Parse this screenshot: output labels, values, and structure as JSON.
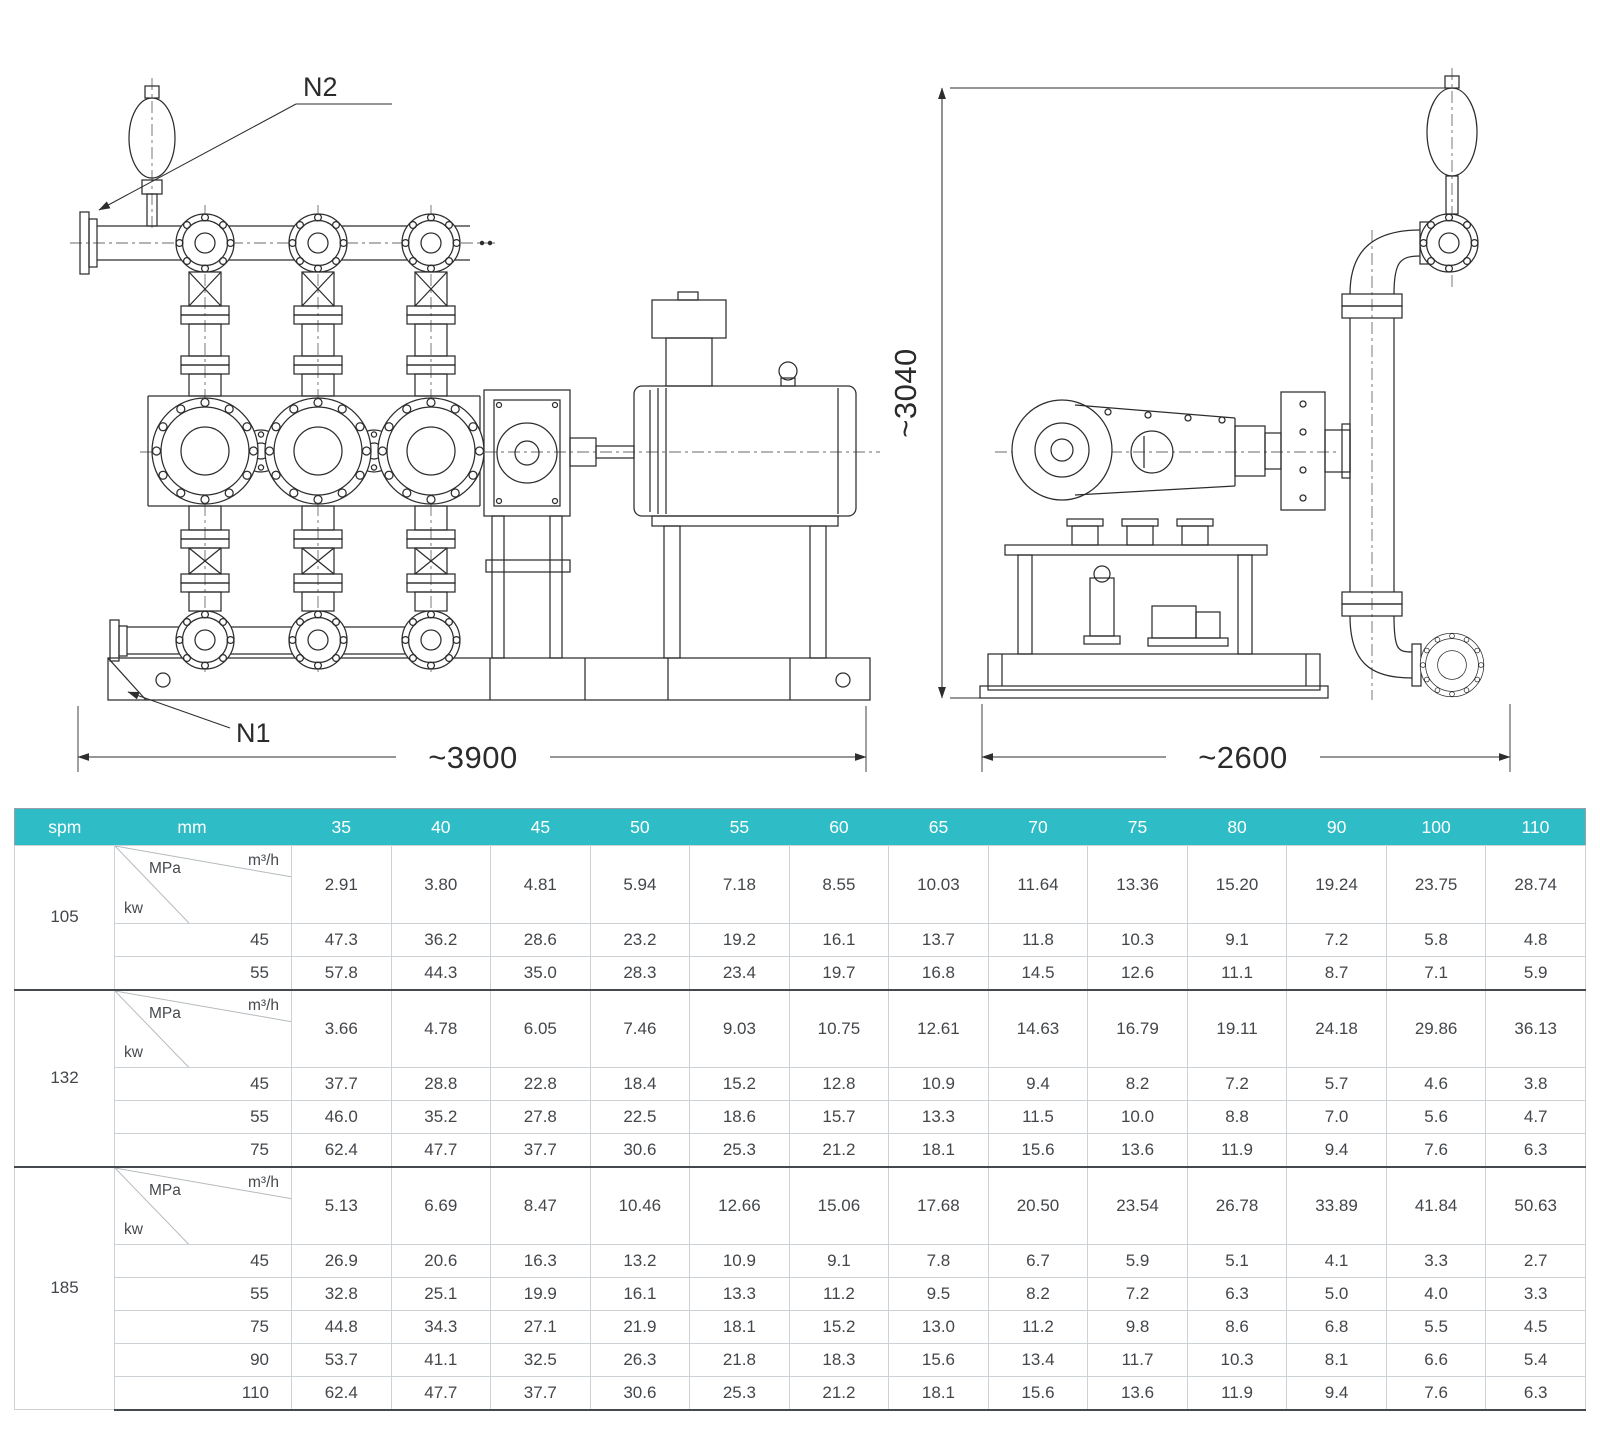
{
  "drawing": {
    "labels": {
      "n2": "N2",
      "n1": "N1",
      "front_width": "~3900",
      "side_height": "~3040",
      "side_width": "~2600"
    }
  },
  "table": {
    "accent_color": "#2ebdc6",
    "header_text_color": "#ffffff",
    "columns": [
      "spm",
      "mm",
      "35",
      "40",
      "45",
      "50",
      "55",
      "60",
      "65",
      "70",
      "75",
      "80",
      "90",
      "100",
      "110"
    ],
    "corner": {
      "pressure_label": "MPa",
      "flow_label": "m³/h",
      "power_label": "kw"
    },
    "groups": [
      {
        "spm": "105",
        "flow": [
          "2.91",
          "3.80",
          "4.81",
          "5.94",
          "7.18",
          "8.55",
          "10.03",
          "11.64",
          "13.36",
          "15.20",
          "19.24",
          "23.75",
          "28.74"
        ],
        "power_rows": [
          {
            "kw": "45",
            "values": [
              "47.3",
              "36.2",
              "28.6",
              "23.2",
              "19.2",
              "16.1",
              "13.7",
              "11.8",
              "10.3",
              "9.1",
              "7.2",
              "5.8",
              "4.8"
            ]
          },
          {
            "kw": "55",
            "values": [
              "57.8",
              "44.3",
              "35.0",
              "28.3",
              "23.4",
              "19.7",
              "16.8",
              "14.5",
              "12.6",
              "11.1",
              "8.7",
              "7.1",
              "5.9"
            ]
          }
        ]
      },
      {
        "spm": "132",
        "flow": [
          "3.66",
          "4.78",
          "6.05",
          "7.46",
          "9.03",
          "10.75",
          "12.61",
          "14.63",
          "16.79",
          "19.11",
          "24.18",
          "29.86",
          "36.13"
        ],
        "power_rows": [
          {
            "kw": "45",
            "values": [
              "37.7",
              "28.8",
              "22.8",
              "18.4",
              "15.2",
              "12.8",
              "10.9",
              "9.4",
              "8.2",
              "7.2",
              "5.7",
              "4.6",
              "3.8"
            ]
          },
          {
            "kw": "55",
            "values": [
              "46.0",
              "35.2",
              "27.8",
              "22.5",
              "18.6",
              "15.7",
              "13.3",
              "11.5",
              "10.0",
              "8.8",
              "7.0",
              "5.6",
              "4.7"
            ]
          },
          {
            "kw": "75",
            "values": [
              "62.4",
              "47.7",
              "37.7",
              "30.6",
              "25.3",
              "21.2",
              "18.1",
              "15.6",
              "13.6",
              "11.9",
              "9.4",
              "7.6",
              "6.3"
            ]
          }
        ]
      },
      {
        "spm": "185",
        "flow": [
          "5.13",
          "6.69",
          "8.47",
          "10.46",
          "12.66",
          "15.06",
          "17.68",
          "20.50",
          "23.54",
          "26.78",
          "33.89",
          "41.84",
          "50.63"
        ],
        "power_rows": [
          {
            "kw": "45",
            "values": [
              "26.9",
              "20.6",
              "16.3",
              "13.2",
              "10.9",
              "9.1",
              "7.8",
              "6.7",
              "5.9",
              "5.1",
              "4.1",
              "3.3",
              "2.7"
            ]
          },
          {
            "kw": "55",
            "values": [
              "32.8",
              "25.1",
              "19.9",
              "16.1",
              "13.3",
              "11.2",
              "9.5",
              "8.2",
              "7.2",
              "6.3",
              "5.0",
              "4.0",
              "3.3"
            ]
          },
          {
            "kw": "75",
            "values": [
              "44.8",
              "34.3",
              "27.1",
              "21.9",
              "18.1",
              "15.2",
              "13.0",
              "11.2",
              "9.8",
              "8.6",
              "6.8",
              "5.5",
              "4.5"
            ]
          },
          {
            "kw": "90",
            "values": [
              "53.7",
              "41.1",
              "32.5",
              "26.3",
              "21.8",
              "18.3",
              "15.6",
              "13.4",
              "11.7",
              "10.3",
              "8.1",
              "6.6",
              "5.4"
            ]
          },
          {
            "kw": "110",
            "values": [
              "62.4",
              "47.7",
              "37.7",
              "30.6",
              "25.3",
              "21.2",
              "18.1",
              "15.6",
              "13.6",
              "11.9",
              "9.4",
              "7.6",
              "6.3"
            ]
          }
        ]
      }
    ]
  }
}
